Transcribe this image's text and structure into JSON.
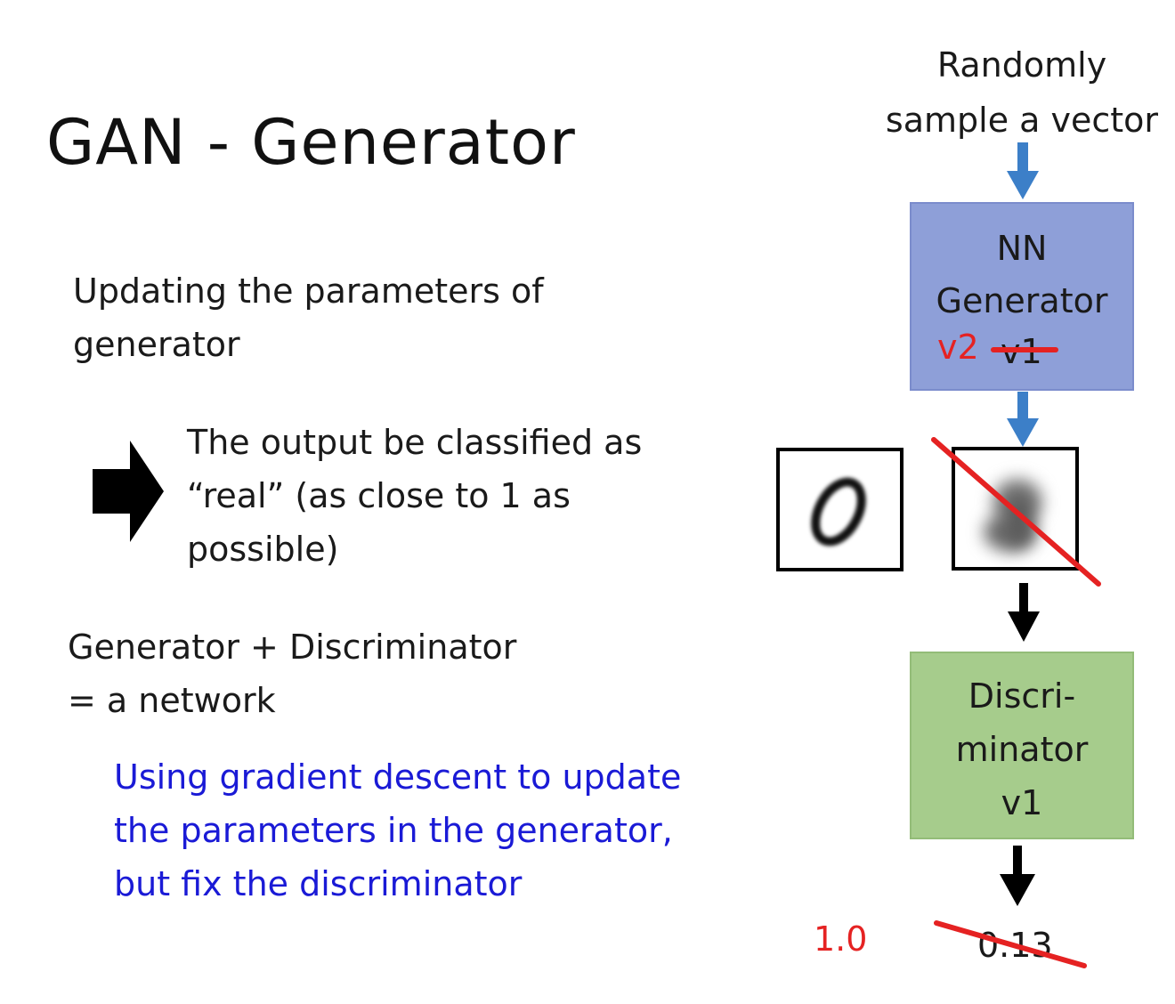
{
  "slide": {
    "title": "GAN - Generator",
    "updating": [
      "Updating the parameters of",
      "generator"
    ],
    "output": [
      "The output be classified as",
      "“real” (as close to 1 as",
      "possible)"
    ],
    "network": [
      "Generator + Discriminator",
      "= a network"
    ],
    "gradient": [
      "Using gradient descent to update",
      "the parameters in the generator,",
      "but fix the discriminator"
    ]
  },
  "diagram": {
    "sample": [
      "Randomly",
      "sample a vector"
    ],
    "generator": {
      "line1": "NN",
      "line2": "Generator",
      "version_new": "v2",
      "version_old": "v1"
    },
    "discriminator": {
      "line1": "Discri-",
      "line2": "minator",
      "line3": "v1"
    },
    "score_new": "1.0",
    "score_old": "0.13",
    "real_image_digit": "0"
  },
  "colors": {
    "blue_text": "#1a1ad6",
    "arrow_blue": "#3c7fc8",
    "generator_box": "#8e9fd8",
    "discriminator_box": "#a6cc8c",
    "strike_red": "#e52222"
  }
}
